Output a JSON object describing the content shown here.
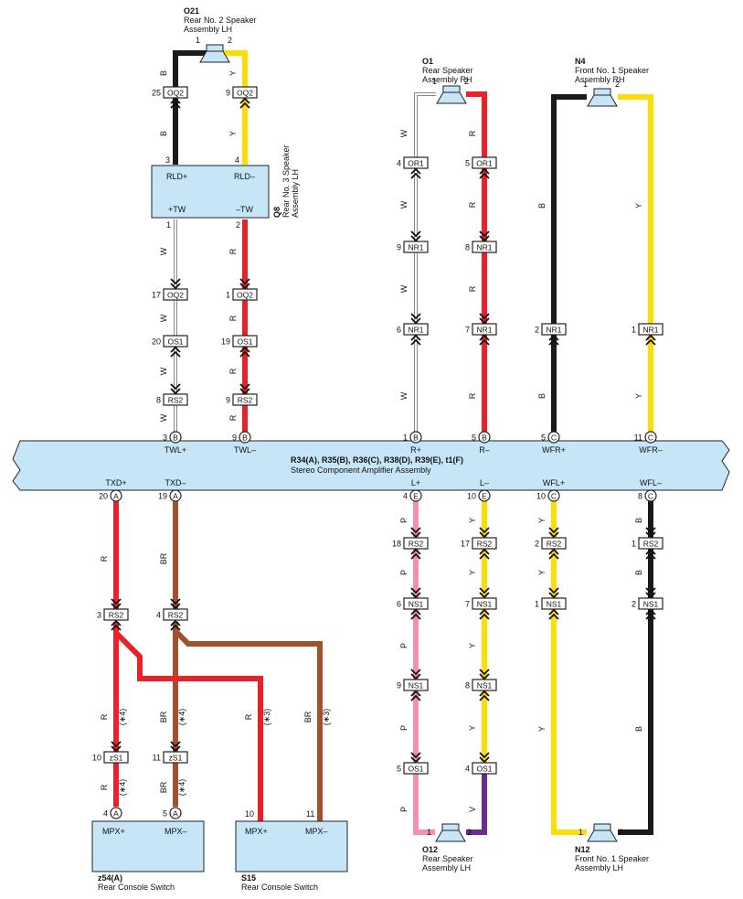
{
  "colors": {
    "panel": "#c6e6f7",
    "red": "#e8212b",
    "yellow": "#ffdd00",
    "black": "#1a1a1a",
    "white_wire": "#d9d9d9",
    "pink": "#f08fb7",
    "brown": "#a0522d",
    "violet": "#6a2c91",
    "speaker_fill": "#c6e6f7"
  },
  "amplifier": {
    "title": "R34(A), R35(B), R36(C), R38(D), R39(E), t1(F)",
    "subtitle": "Stereo Component Amplifier Assembly"
  },
  "speakers": {
    "o21": {
      "id": "O21",
      "name1": "Rear No. 2 Speaker",
      "name2": "Assembly LH",
      "pin1": "1",
      "pin2": "2"
    },
    "o1": {
      "id": "O1",
      "name1": "Rear Speaker",
      "name2": "Assembly RH",
      "pin1": "1",
      "pin2": "2"
    },
    "n4": {
      "id": "N4",
      "name1": "Front No. 1 Speaker",
      "name2": "Assembly RH",
      "pin1": "1",
      "pin2": "2"
    },
    "o12": {
      "id": "O12",
      "name1": "Rear Speaker",
      "name2": "Assembly LH",
      "pin1": "1",
      "pin2": "2"
    },
    "n12": {
      "id": "N12",
      "name1": "Front No. 1 Speaker",
      "name2": "Assembly LH",
      "pin1": "1",
      "pin2": "2"
    }
  },
  "q8": {
    "id": "Q8",
    "name1": "Rear No. 3 Speaker",
    "name2": "Assembly LH",
    "rld_plus": "RLD+",
    "rld_minus": "RLD–",
    "tw_plus": "+TW",
    "tw_minus": "–TW",
    "pin3": "3",
    "pin4": "4",
    "pin1": "1",
    "pin2": "2"
  },
  "z54": {
    "id": "z54(A)",
    "name": "Rear Console Switch",
    "mpx_plus": "MPX+",
    "mpx_minus": "MPX–"
  },
  "s15": {
    "id": "S15",
    "name": "Rear Console Switch",
    "mpx_plus": "MPX+",
    "mpx_minus": "MPX–",
    "pin10": "10",
    "pin11": "11"
  },
  "top_terminals": [
    {
      "pin": "3",
      "letter": "B",
      "name": "TWL+"
    },
    {
      "pin": "9",
      "letter": "B",
      "name": "TWL–"
    },
    {
      "pin": "1",
      "letter": "B",
      "name": "R+"
    },
    {
      "pin": "5",
      "letter": "B",
      "name": "R–"
    },
    {
      "pin": "5",
      "letter": "C",
      "name": "WFR+"
    },
    {
      "pin": "11",
      "letter": "C",
      "name": "WFR–"
    }
  ],
  "bottom_terminals": [
    {
      "pin": "20",
      "letter": "A",
      "name": "TXD+"
    },
    {
      "pin": "19",
      "letter": "A",
      "name": "TXD–"
    },
    {
      "pin": "4",
      "letter": "E",
      "name": "L+"
    },
    {
      "pin": "10",
      "letter": "E",
      "name": "L–"
    },
    {
      "pin": "10",
      "letter": "C",
      "name": "WFL+"
    },
    {
      "pin": "8",
      "letter": "C",
      "name": "WFL–"
    }
  ],
  "switch_terminals": [
    {
      "pin": "4",
      "letter": "A"
    },
    {
      "pin": "5",
      "letter": "A"
    }
  ],
  "connectors": [
    {
      "pin": "25",
      "code": "OQ2"
    },
    {
      "pin": "9",
      "code": "OQ2"
    },
    {
      "pin": "17",
      "code": "OQ2"
    },
    {
      "pin": "1",
      "code": "OQ2"
    },
    {
      "pin": "20",
      "code": "OS1"
    },
    {
      "pin": "19",
      "code": "OS1"
    },
    {
      "pin": "8",
      "code": "RS2"
    },
    {
      "pin": "9",
      "code": "RS2"
    },
    {
      "pin": "4",
      "code": "OR1"
    },
    {
      "pin": "5",
      "code": "OR1"
    },
    {
      "pin": "9",
      "code": "NR1"
    },
    {
      "pin": "8",
      "code": "NR1"
    },
    {
      "pin": "6",
      "code": "NR1"
    },
    {
      "pin": "7",
      "code": "NR1"
    },
    {
      "pin": "2",
      "code": "NR1"
    },
    {
      "pin": "1",
      "code": "NR1"
    },
    {
      "pin": "3",
      "code": "RS2"
    },
    {
      "pin": "4",
      "code": "RS2"
    },
    {
      "pin": "10",
      "code": "zS1"
    },
    {
      "pin": "11",
      "code": "zS1"
    },
    {
      "pin": "18",
      "code": "RS2"
    },
    {
      "pin": "17",
      "code": "RS2"
    },
    {
      "pin": "2",
      "code": "RS2"
    },
    {
      "pin": "1",
      "code": "RS2"
    },
    {
      "pin": "6",
      "code": "NS1"
    },
    {
      "pin": "7",
      "code": "NS1"
    },
    {
      "pin": "1",
      "code": "NS1"
    },
    {
      "pin": "2",
      "code": "NS1"
    },
    {
      "pin": "9",
      "code": "NS1"
    },
    {
      "pin": "8",
      "code": "NS1"
    },
    {
      "pin": "5",
      "code": "OS1"
    },
    {
      "pin": "4",
      "code": "OS1"
    }
  ],
  "wire_labels": [
    {
      "text": "B"
    },
    {
      "text": "Y"
    },
    {
      "text": "B"
    },
    {
      "text": "Y"
    },
    {
      "text": "W"
    },
    {
      "text": "R"
    },
    {
      "text": "W"
    },
    {
      "text": "R"
    },
    {
      "text": "W"
    },
    {
      "text": "R"
    },
    {
      "text": "W"
    },
    {
      "text": "R"
    },
    {
      "text": "W"
    },
    {
      "text": "R"
    },
    {
      "text": "W"
    },
    {
      "text": "R"
    },
    {
      "text": "W"
    },
    {
      "text": "R"
    },
    {
      "text": "W"
    },
    {
      "text": "R"
    },
    {
      "text": "B"
    },
    {
      "text": "Y"
    },
    {
      "text": "B"
    },
    {
      "text": "Y"
    },
    {
      "text": "R"
    },
    {
      "text": "BR"
    },
    {
      "text": "R"
    },
    {
      "text": "(∗4)"
    },
    {
      "text": "BR"
    },
    {
      "text": "(∗4)"
    },
    {
      "text": "R"
    },
    {
      "text": "(∗3)"
    },
    {
      "text": "BR"
    },
    {
      "text": "(∗3)"
    },
    {
      "text": "R"
    },
    {
      "text": "(∗4)"
    },
    {
      "text": "BR"
    },
    {
      "text": "(∗4)"
    },
    {
      "text": "P"
    },
    {
      "text": "Y"
    },
    {
      "text": "Y"
    },
    {
      "text": "B"
    },
    {
      "text": "P"
    },
    {
      "text": "Y"
    },
    {
      "text": "Y"
    },
    {
      "text": "B"
    },
    {
      "text": "P"
    },
    {
      "text": "Y"
    },
    {
      "text": "P"
    },
    {
      "text": "Y"
    },
    {
      "text": "Y"
    },
    {
      "text": "B"
    },
    {
      "text": "P"
    },
    {
      "text": "V"
    }
  ]
}
